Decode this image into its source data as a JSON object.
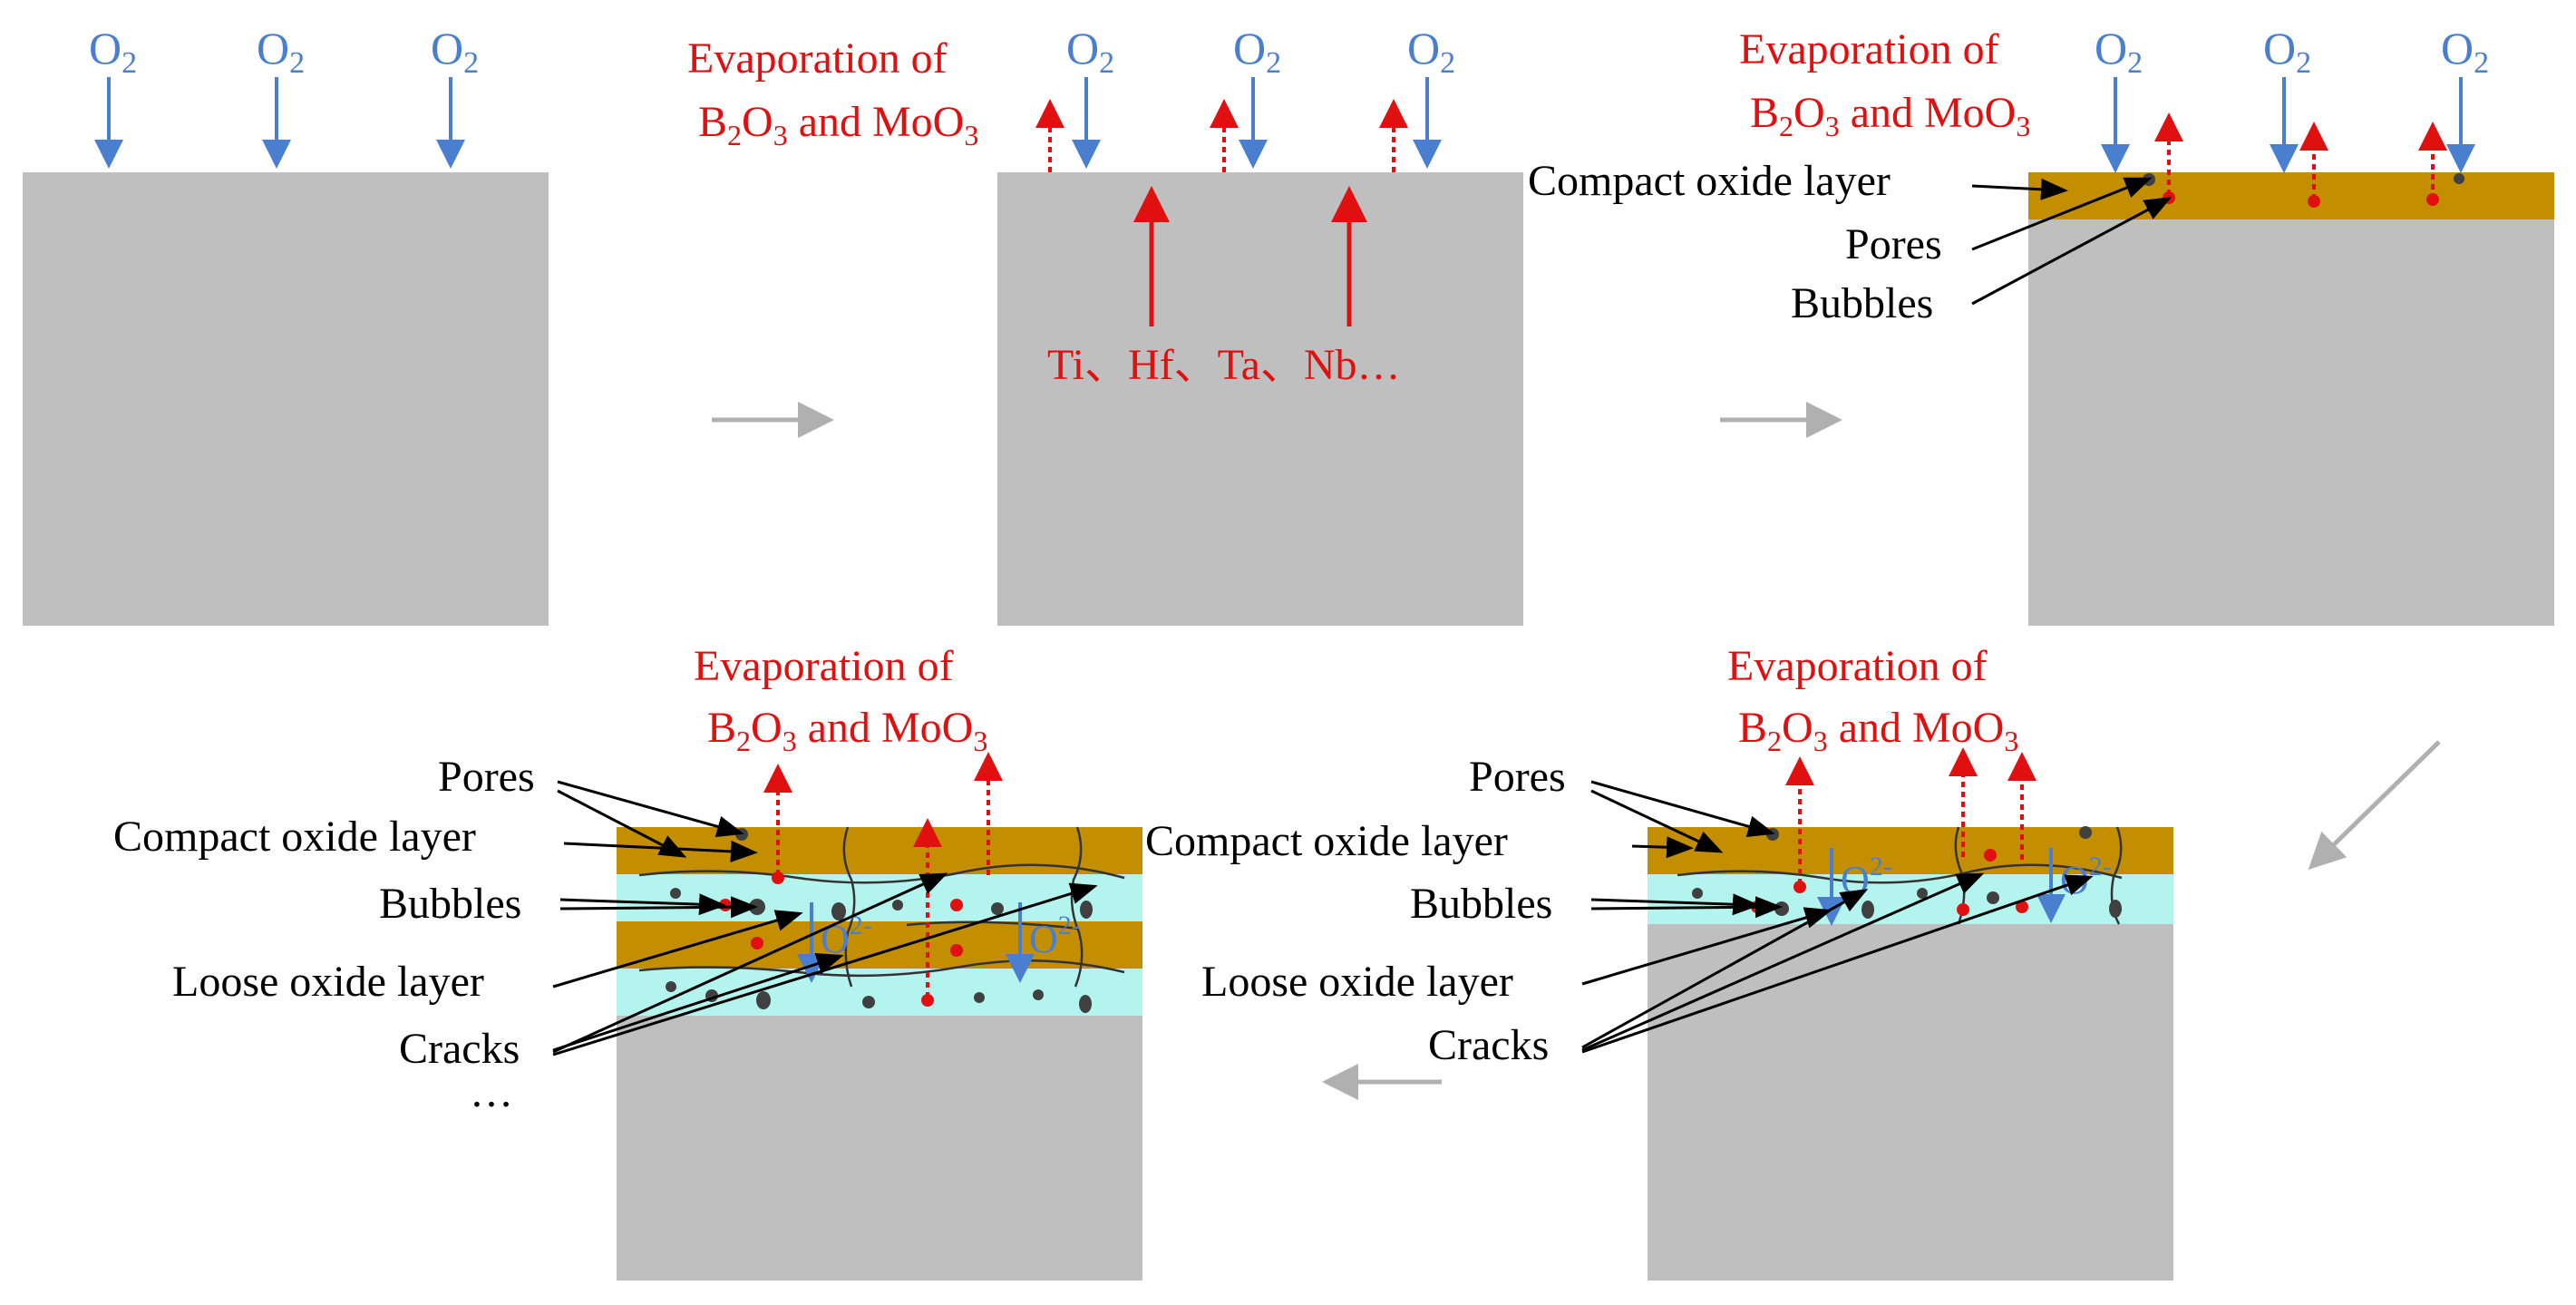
{
  "colors": {
    "substrate": "#bfbfbf",
    "compact_oxide": "#c38f00",
    "loose_oxide": "#b4f4ee",
    "oxygen_arrow": "#4a7fd0",
    "evaporation": "#e01010",
    "process_arrow": "#b0b0b0",
    "particle": "#404040"
  },
  "oxygen": {
    "base": "O",
    "sub": "2"
  },
  "evaporation": {
    "line1": "Evaporation of",
    "b2": "B",
    "b2_sub": "2",
    "o3": "O",
    "o3_sub": "3",
    "and_mo": " and MoO",
    "moo3_sub": "3"
  },
  "elements": "Ti、Hf、Ta、Nb…",
  "labels": {
    "compact": "Compact oxide layer",
    "pores": "Pores",
    "bubbles": "Bubbles",
    "loose": "Loose oxide layer",
    "cracks": "Cracks",
    "ellipsis": "…"
  },
  "ion": {
    "base": "O",
    "sup": "2-"
  }
}
